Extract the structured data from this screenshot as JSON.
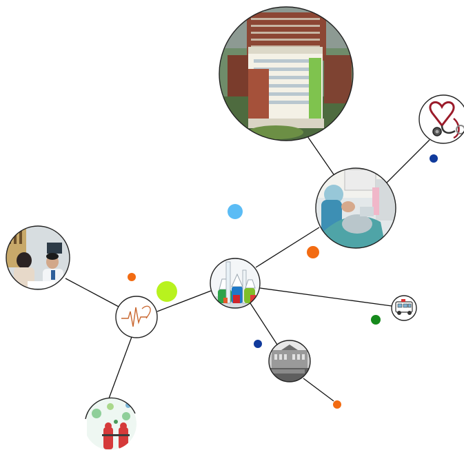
{
  "colors": {
    "background": "#ffffff",
    "connector": "#111111",
    "node_border": "#222222",
    "dot_orange": "#f26b12",
    "dot_lime": "#b8f21e",
    "dot_skyblue": "#5bbcf5",
    "dot_navy": "#103a9c",
    "dot_green": "#168a1c"
  },
  "nodes": [
    {
      "id": "hospital",
      "name": "hospital-building-photo-node",
      "icon": "hospital-building-photo"
    },
    {
      "id": "procedure",
      "name": "surgical-procedure-photo-node",
      "icon": "surgery-room-photo"
    },
    {
      "id": "stethoscope",
      "name": "stethoscope-heart-icon-node",
      "icon": "stethoscope-heart-icon"
    },
    {
      "id": "lab",
      "name": "laboratory-flasks-node",
      "icon": "lab-flasks-icon"
    },
    {
      "id": "ambulance",
      "name": "ambulance-icon-node",
      "icon": "ambulance-icon"
    },
    {
      "id": "oldbuilding",
      "name": "historic-building-photo-node",
      "icon": "historic-building-photo"
    },
    {
      "id": "ecg",
      "name": "heartbeat-ecg-node",
      "icon": "heartbeat-ecg-icon"
    },
    {
      "id": "consult",
      "name": "doctor-consultation-photo-node",
      "icon": "doctor-consultation-photo"
    },
    {
      "id": "virus",
      "name": "virus-protection-node",
      "icon": "virus-illustration"
    }
  ],
  "edges": [
    [
      "hospital",
      "procedure"
    ],
    [
      "procedure",
      "stethoscope"
    ],
    [
      "procedure",
      "lab"
    ],
    [
      "lab",
      "ambulance"
    ],
    [
      "lab",
      "oldbuilding"
    ],
    [
      "lab",
      "ecg"
    ],
    [
      "ecg",
      "consult"
    ],
    [
      "ecg",
      "virus"
    ]
  ],
  "dots": [
    {
      "name": "dot-navy",
      "color": "#103a9c"
    },
    {
      "name": "dot-orange",
      "color": "#f26b12"
    },
    {
      "name": "dot-skyblue",
      "color": "#5bbcf5"
    },
    {
      "name": "dot-orange",
      "color": "#f26b12"
    },
    {
      "name": "dot-lime",
      "color": "#b8f21e"
    },
    {
      "name": "dot-green",
      "color": "#168a1c"
    },
    {
      "name": "dot-navy",
      "color": "#103a9c"
    },
    {
      "name": "dot-orange",
      "color": "#f26b12"
    }
  ]
}
